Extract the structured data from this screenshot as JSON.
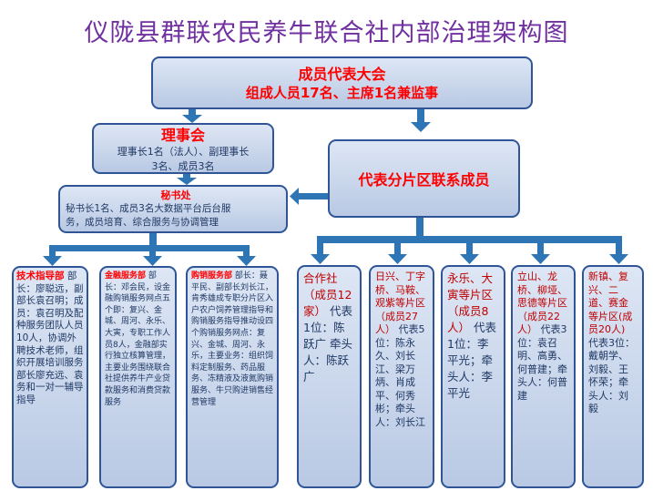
{
  "title": "仪陇县群联农民养牛联合社内部治理架构图",
  "assembly": {
    "name": "成员代表大会",
    "detail": "组成人员17名、主席1名兼监事"
  },
  "board": {
    "name": "理事会",
    "line1": "理事长1名（法人）、副理事长",
    "line2": "3名、成员3名"
  },
  "secretariat": {
    "name": "秘书处",
    "line1": "秘书长1名、成员3名大数据平台后台服",
    "line2": "务，成员培育、综合服务与协调管理"
  },
  "district_hub": {
    "name": "代表分片区联系成员"
  },
  "departments": [
    {
      "head": "技术指导部",
      "body": "部长：廖聪远，副部长袁召明；成员：袁召明及配种服务团队人员10人，协调外聘技术老师，组织开展培训服务部长廖充远、袁务和一对一辅导指导"
    },
    {
      "head": "金融服务部",
      "body": "部长：邓会民，设金融购销服务网点五个即：复兴、金城、周河、永乐、大寅，专职工作人员8人，金融部实行独立核算管理，主要业务围绕联合社提供养牛产业贷款服务和消费贷款服务"
    },
    {
      "head": "购销服务部",
      "body": "部长：聂平民、副部长刘长江，肯秀雄成专职分片区入户农户饲养管理指导和购销服务指导推动设四个购销服务网点：复兴、金城、周河、永乐，主要业务：组织饲料定制服务、药品服务、冻精液及液氮购销服务、牛只购进销售经营管理"
    }
  ],
  "districts": [
    {
      "head": "合作社（成员12家）",
      "body": "代表1位：陈跃广 牵头人：陈跃广"
    },
    {
      "head": "日兴、丁字桥、马鞍、观紫等片区（成员27人）",
      "body": "代表5位：陈永久、刘长江、梁万炳、肖成平、何秀彬；牵头人：刘长江"
    },
    {
      "head": "永乐、大寅等片区（成员8人）",
      "body": "代表1位：李平光；牵头人：李平光"
    },
    {
      "head": "立山、龙桥、柳垭、思德等片区（成员22人）",
      "body": "代表3位：袁召明、高勇、何普建；牵头人：何普建"
    },
    {
      "head": "新镇、复兴、二道、赛金等片区(成员20人)",
      "body": "代表3位：戴朝学、刘毅、王怀荣；牵头人：刘毅"
    }
  ]
}
